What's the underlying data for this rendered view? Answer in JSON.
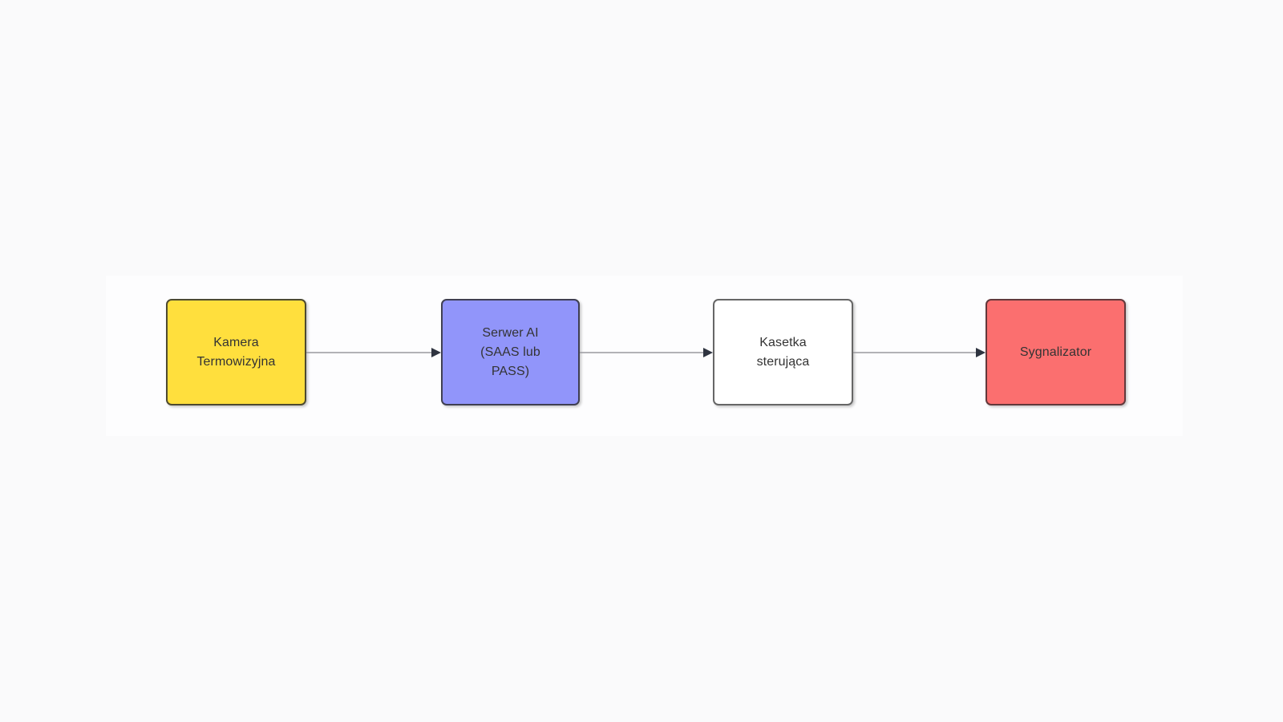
{
  "diagram": {
    "type": "flowchart",
    "orientation": "left-to-right",
    "background_color": "#fafafb",
    "panel_color": "#fdfdfe",
    "nodes": [
      {
        "id": "kamera",
        "name": "kamera-termowizyjna",
        "lines": [
          "Kamera",
          "Termowizyjna"
        ],
        "fill_color": "#ffdf3d",
        "border_color": "#4d4a30",
        "text_color": "#333333"
      },
      {
        "id": "serwer",
        "name": "serwer-ai",
        "lines": [
          "Serwer AI",
          "(SAAS lub",
          "PASS)"
        ],
        "fill_color": "#9195fa",
        "border_color": "#3f3f52",
        "text_color": "#333333"
      },
      {
        "id": "kasetka",
        "name": "kasetka-sterujaca",
        "lines": [
          "Kasetka",
          "sterująca"
        ],
        "fill_color": "#ffffff",
        "border_color": "#666666",
        "text_color": "#333333"
      },
      {
        "id": "sygnalizator",
        "name": "sygnalizator",
        "lines": [
          "Sygnalizator"
        ],
        "fill_color": "#fb6f6f",
        "border_color": "#63383b",
        "text_color": "#333333"
      }
    ],
    "edges": [
      {
        "from": "kamera",
        "to": "serwer",
        "label": "",
        "arrow": "single",
        "color": "#9a9a9e"
      },
      {
        "from": "serwer",
        "to": "kasetka",
        "label": "",
        "arrow": "single",
        "color": "#9a9a9e"
      },
      {
        "from": "kasetka",
        "to": "sygnalizator",
        "label": "",
        "arrow": "single",
        "color": "#9a9a9e"
      }
    ]
  }
}
